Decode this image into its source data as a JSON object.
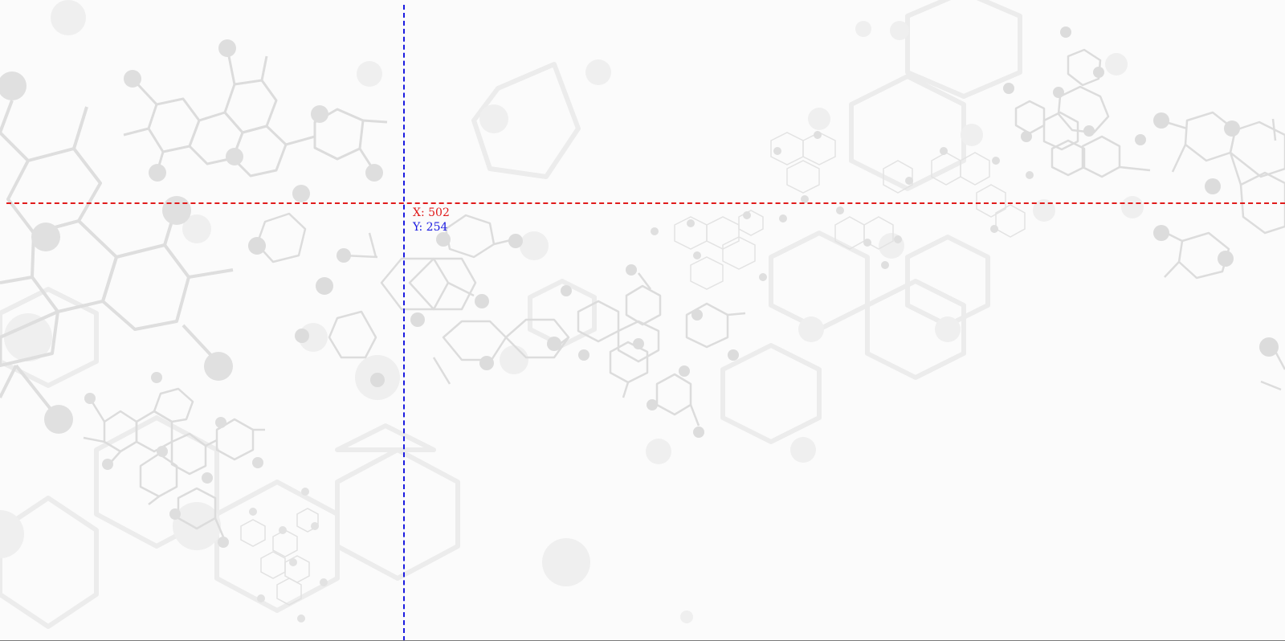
{
  "canvas": {
    "background": "molecular-structure-pattern",
    "background_color": "#fbfbfb",
    "molecule_color": "#d6d6d6"
  },
  "crosshair": {
    "x_line_color": "#e01b1b",
    "y_line_color": "#1b1be0",
    "x_label": "X: 502",
    "y_label": "Y: 254"
  }
}
